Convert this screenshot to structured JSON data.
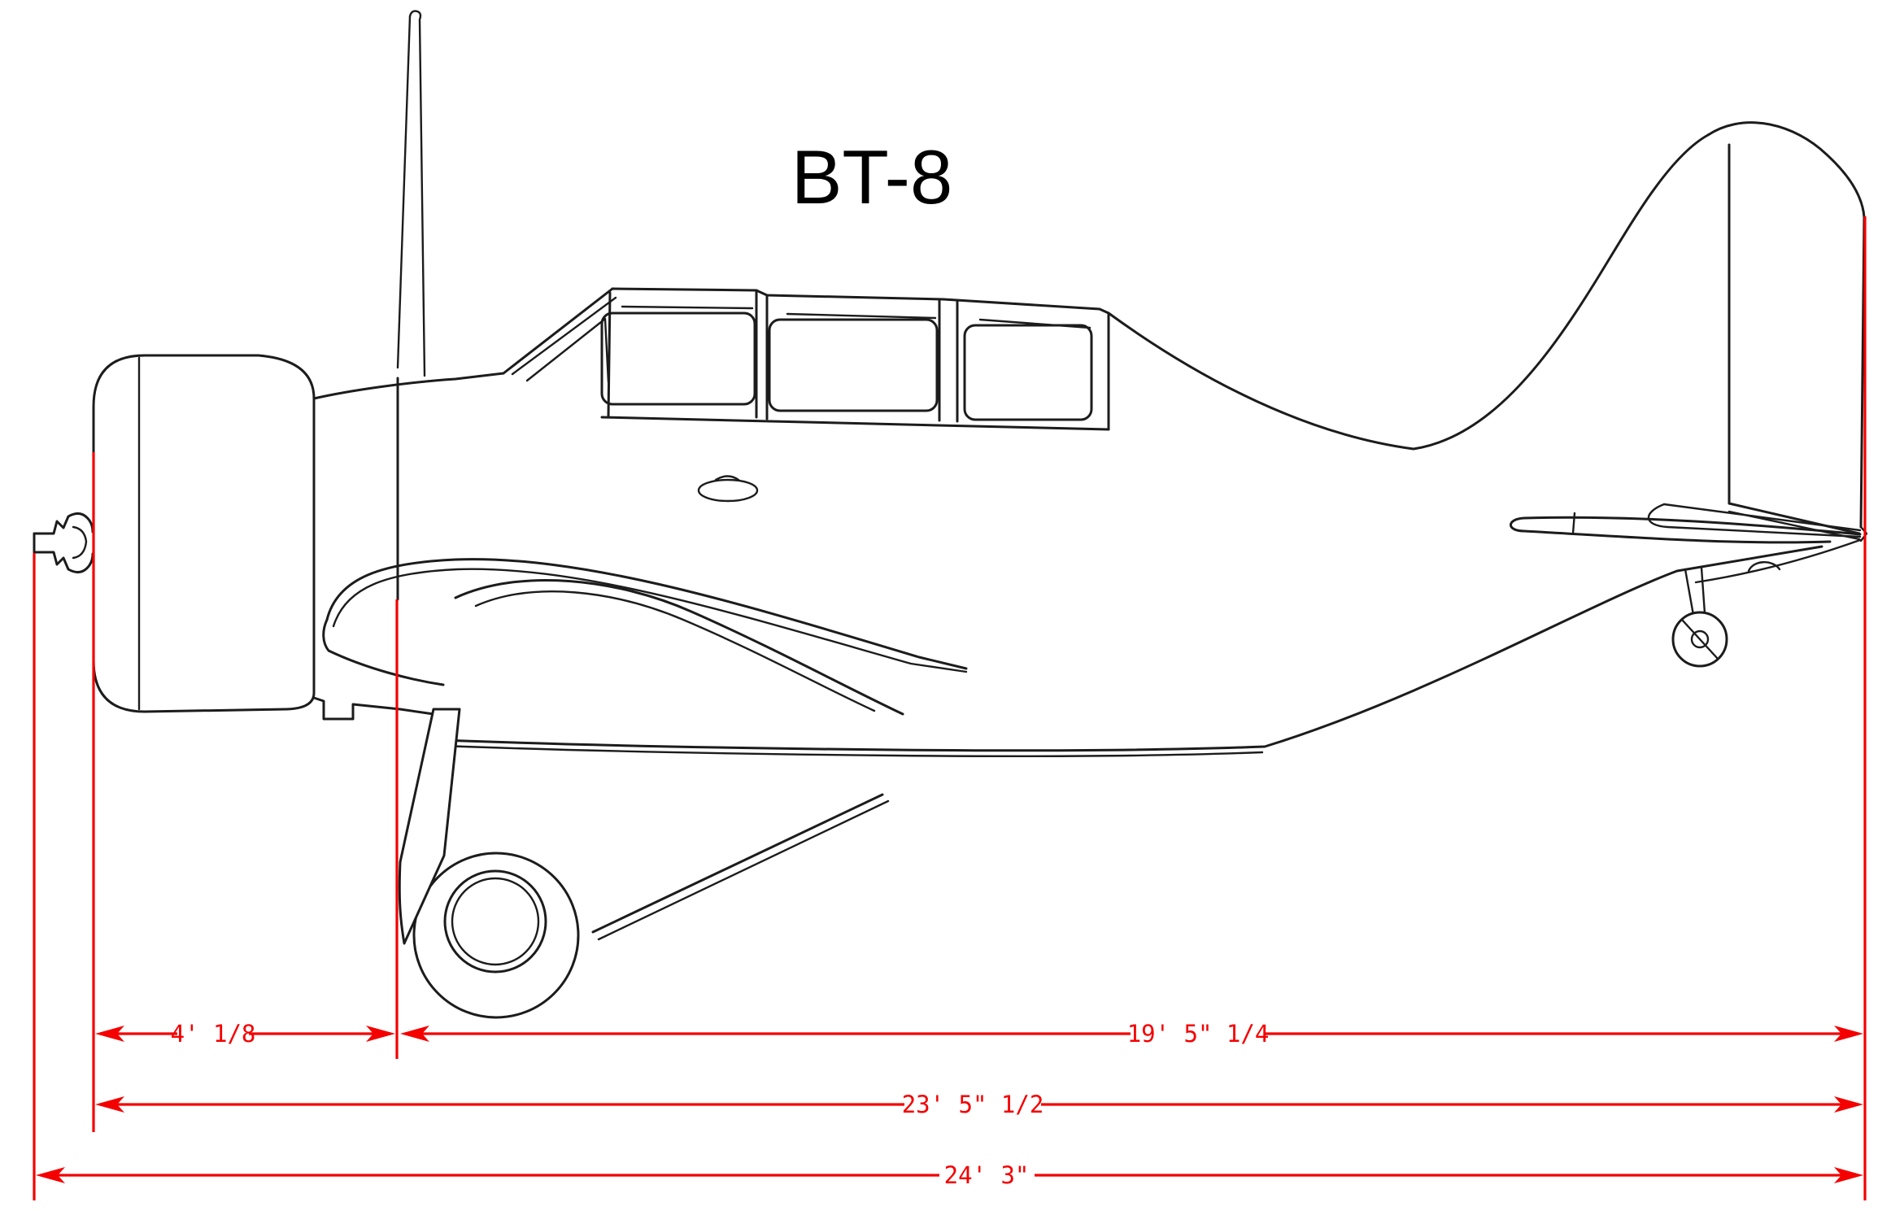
{
  "title": "BT-8",
  "drawing": {
    "description": "Black line side-profile technical drawing of the Seversky BT-8 trainer aircraft with red length dimensions below",
    "line_color": "#1c1c1c",
    "dimension_color": "#f40000",
    "background_color": "#ffffff",
    "parts": [
      "propeller-hub",
      "engine-cowling",
      "antenna-mast",
      "windshield",
      "canopy",
      "fuselage",
      "wing-root-fairing",
      "landing-gear-leg",
      "wheel-spat",
      "main-wheel",
      "vertical-fin",
      "rudder",
      "horizontal-stabilizer",
      "elevator",
      "tailwheel"
    ]
  },
  "dimensions": {
    "nose_section": "4' 1/8",
    "firewall_to_tail": "19' 5\" 1/4",
    "cowl_to_tail": "23' 5\" 1/2",
    "overall_length": "24' 3\""
  }
}
